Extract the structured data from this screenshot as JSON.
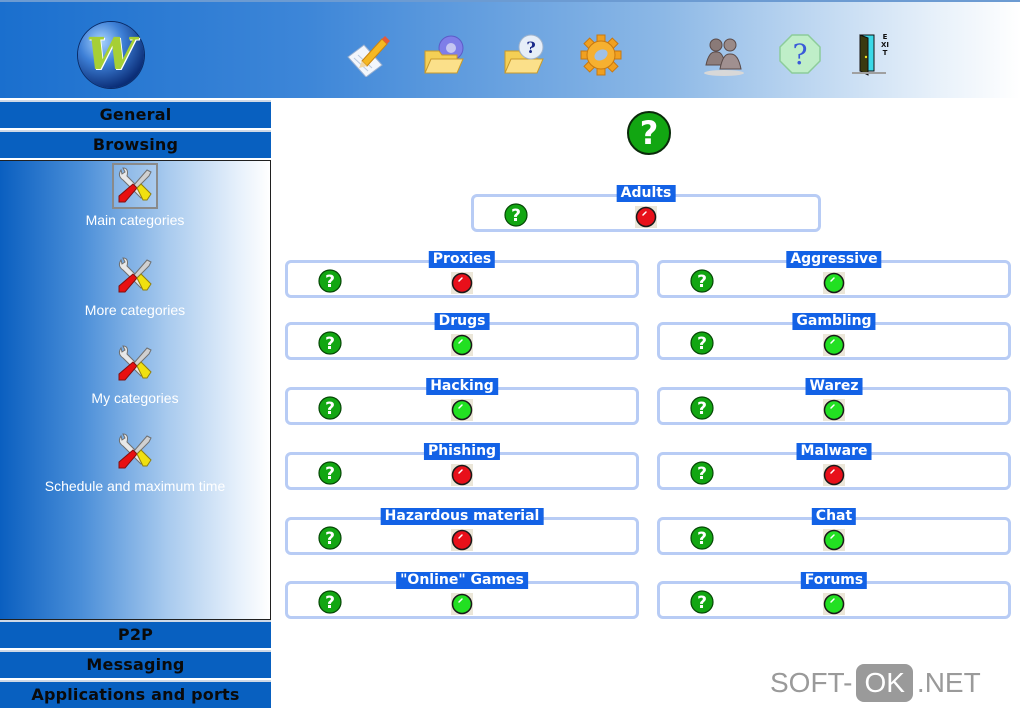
{
  "header": {
    "logo_letter": "W",
    "toolbar": [
      {
        "name": "edit-notes-icon"
      },
      {
        "name": "folder-settings-icon"
      },
      {
        "name": "folder-help-icon"
      },
      {
        "name": "gear-icon"
      },
      {
        "name": "users-icon"
      },
      {
        "name": "help-octagon-icon",
        "glyph": "?"
      },
      {
        "name": "exit-door-icon",
        "label": "EXIT"
      }
    ]
  },
  "sidebar": {
    "sections_top": [
      "General",
      "Browsing"
    ],
    "items": [
      {
        "label": "Main categories",
        "selected": true
      },
      {
        "label": "More categories",
        "selected": false
      },
      {
        "label": "My categories",
        "selected": false
      },
      {
        "label": "Schedule and maximum time",
        "selected": false
      }
    ],
    "sections_bottom": [
      "P2P",
      "Messaging",
      "Applications and ports"
    ]
  },
  "main": {
    "help_glyph": "?",
    "categories": [
      {
        "label": "Adults",
        "status": "blocked"
      },
      {
        "label": "Proxies",
        "status": "blocked"
      },
      {
        "label": "Aggressive",
        "status": "allowed"
      },
      {
        "label": "Drugs",
        "status": "allowed"
      },
      {
        "label": "Gambling",
        "status": "allowed"
      },
      {
        "label": "Hacking",
        "status": "allowed"
      },
      {
        "label": "Warez",
        "status": "allowed"
      },
      {
        "label": "Phishing",
        "status": "blocked"
      },
      {
        "label": "Malware",
        "status": "blocked"
      },
      {
        "label": "Hazardous material",
        "status": "blocked"
      },
      {
        "label": "Chat",
        "status": "allowed"
      },
      {
        "label": "\"Online\" Games",
        "status": "allowed"
      },
      {
        "label": "Forums",
        "status": "allowed"
      }
    ]
  },
  "colors": {
    "accent": "#1362e6",
    "sidebar_header": "#0860c0",
    "led_red": "#e8101a",
    "led_green": "#22e022",
    "help_green": "#0ea00e",
    "card_border": "#b8ccf5"
  },
  "watermark": {
    "left": "SOFT-",
    "mid": "OK",
    "right": ".NET"
  }
}
